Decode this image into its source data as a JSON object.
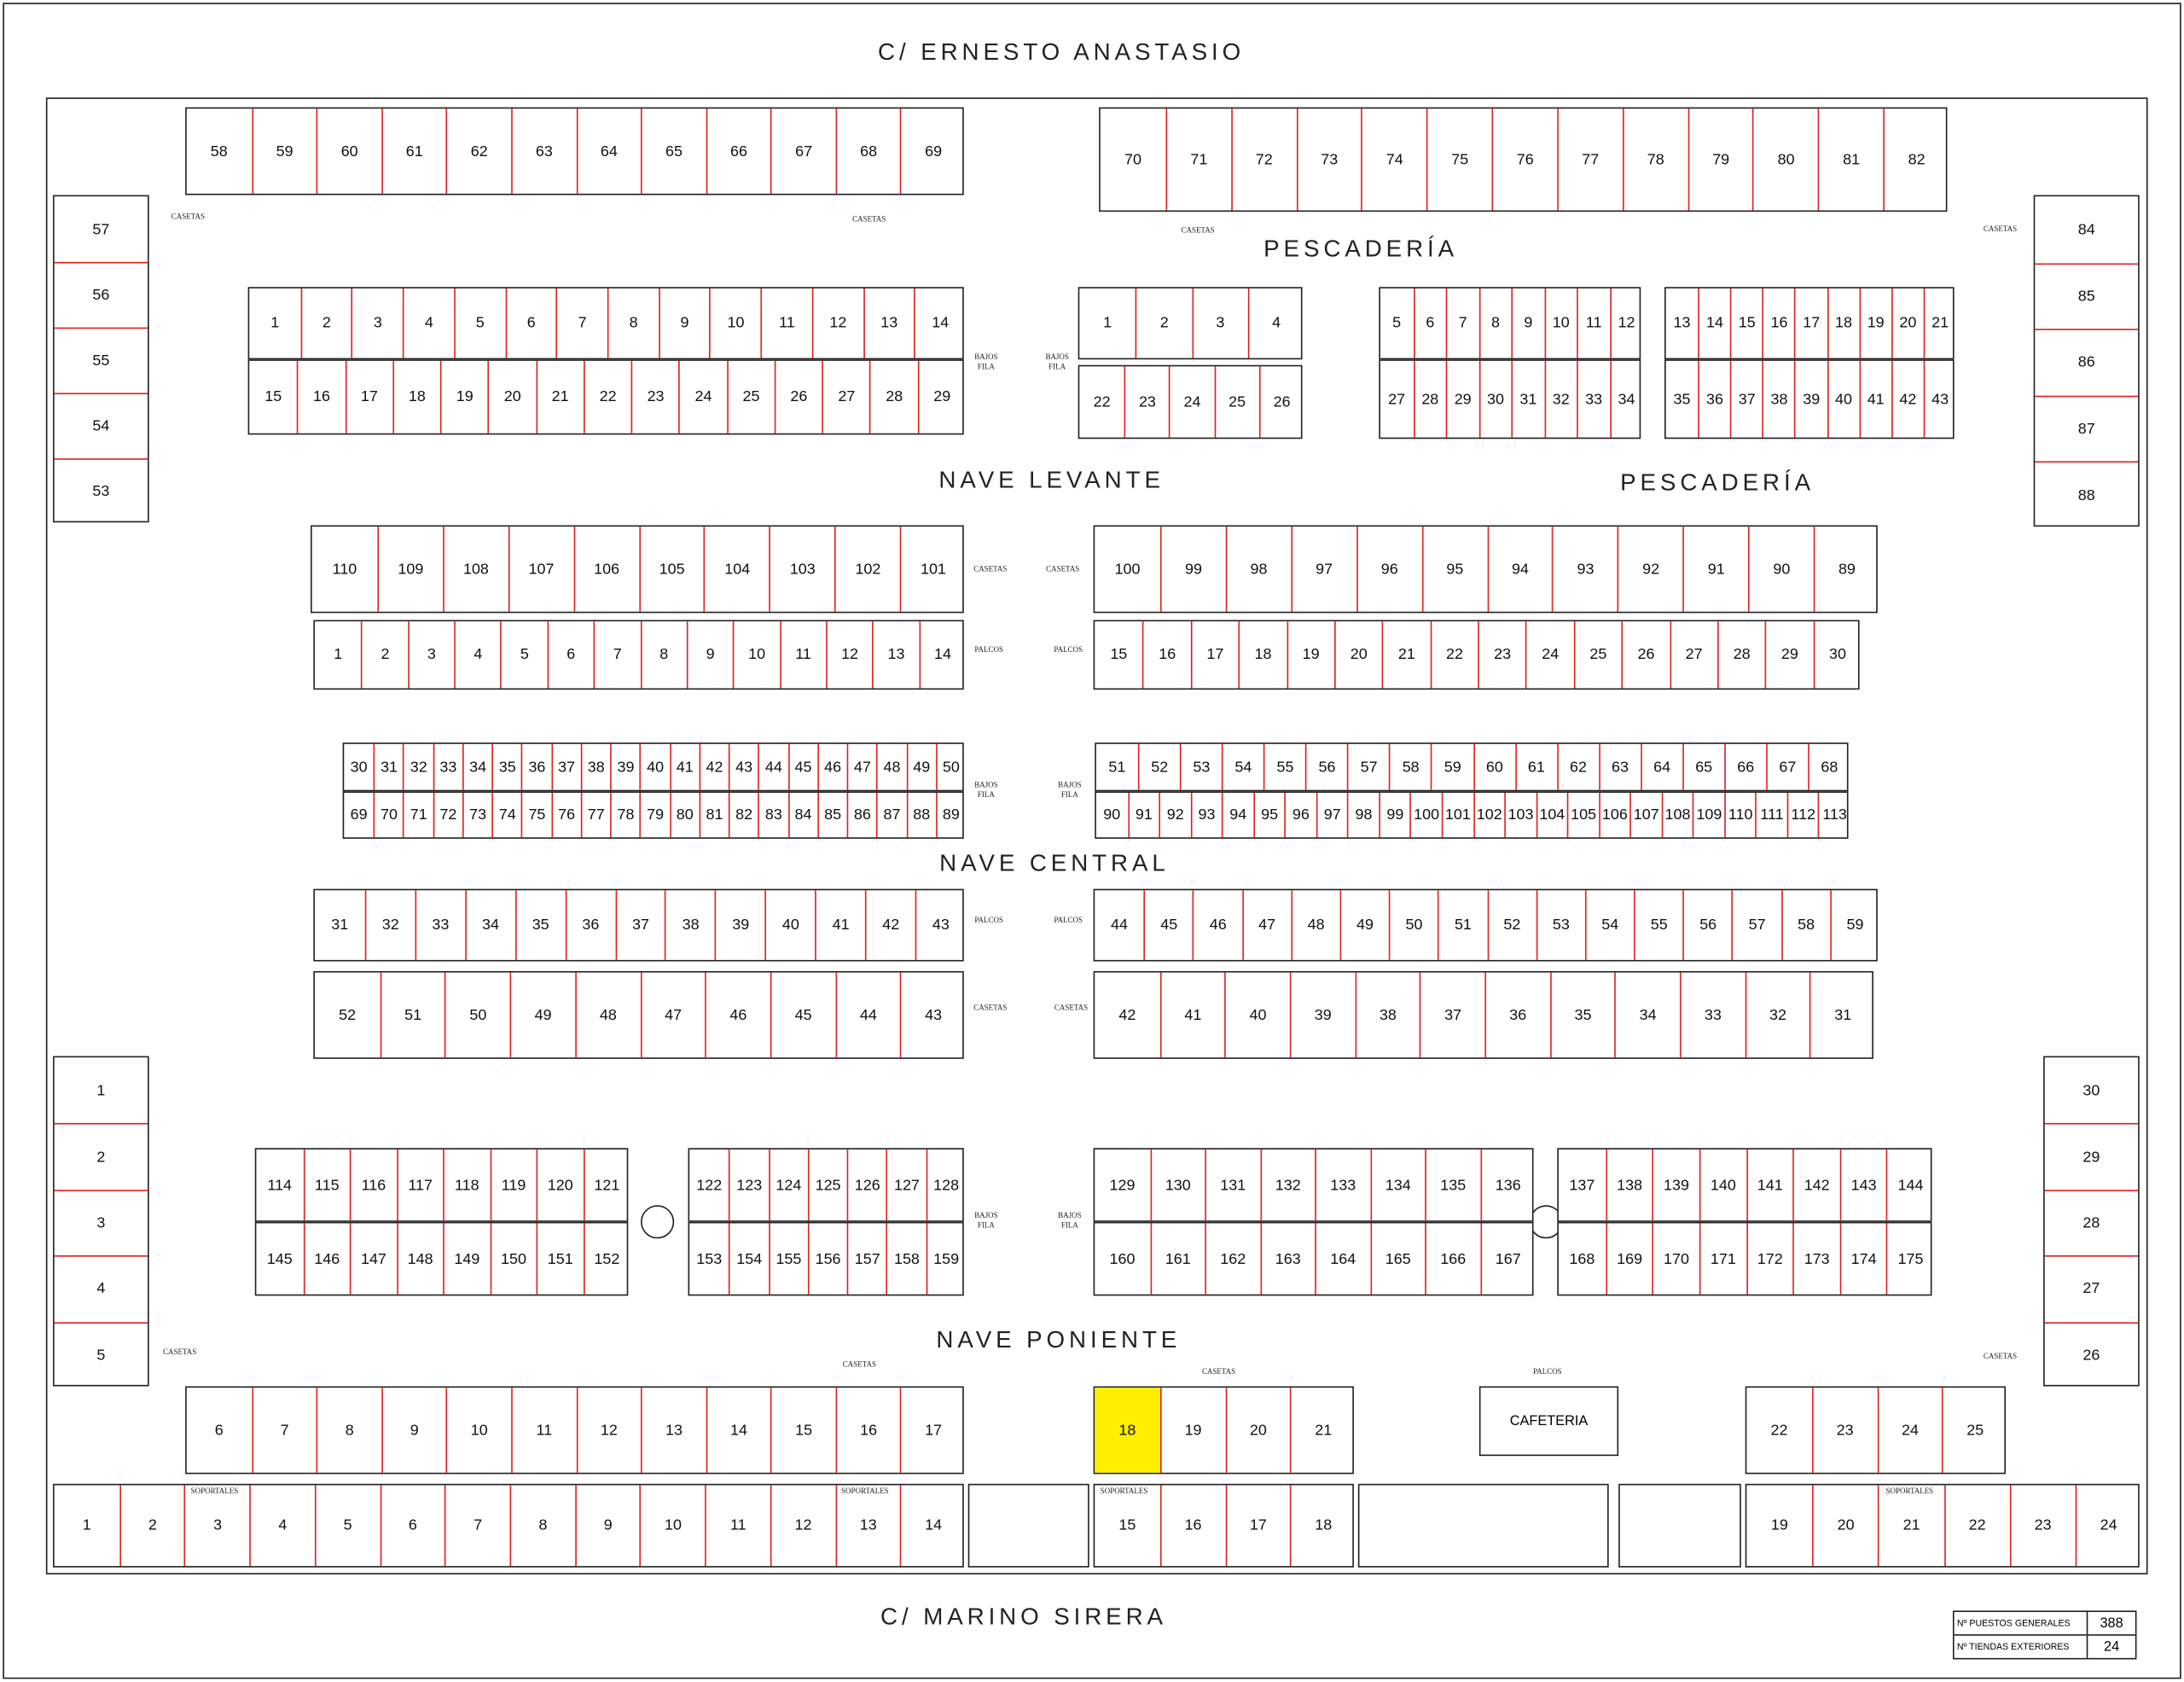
{
  "streets": {
    "north": "C/ ERNESTO ANASTASIO",
    "south": "C/ MARINO SIRERA"
  },
  "zones": {
    "pescaderia_1": "PESCADERÍA",
    "pescaderia_2": "PESCADERÍA",
    "nave_levante": "NAVE LEVANTE",
    "nave_central": "NAVE CENTRAL",
    "nave_poniente": "NAVE PONIENTE"
  },
  "area_labels": {
    "casetas": "CASETAS",
    "bajos_fila": "BAJOS\nFILA",
    "palcos": "PALCOS",
    "soportales": "SOPORTALES",
    "cafeteria": "CAFETERIA"
  },
  "legend": {
    "general_label": "Nº PUESTOS GENERALES",
    "general_value": "388",
    "exterior_label": "Nº TIENDAS EXTERIORES",
    "exterior_value": "24"
  },
  "highlight_color": "#ffee00",
  "highlighted_stall": "18",
  "sections": {
    "top_left": [
      "58",
      "59",
      "60",
      "61",
      "62",
      "63",
      "64",
      "65",
      "66",
      "67",
      "68",
      "69"
    ],
    "top_right": [
      "70",
      "71",
      "72",
      "73",
      "74",
      "75",
      "76",
      "77",
      "78",
      "79",
      "80",
      "81",
      "82"
    ],
    "left_col_top": [
      "57",
      "56",
      "55",
      "54",
      "53"
    ],
    "right_col_top": [
      "84",
      "85",
      "86",
      "87",
      "88"
    ],
    "lev_a_top": [
      "1",
      "2",
      "3",
      "4",
      "5",
      "6",
      "7",
      "8",
      "9",
      "10",
      "11",
      "12",
      "13",
      "14"
    ],
    "lev_a_bot": [
      "15",
      "16",
      "17",
      "18",
      "19",
      "20",
      "21",
      "22",
      "23",
      "24",
      "25",
      "26",
      "27",
      "28",
      "29"
    ],
    "pes_b_top": [
      "1",
      "2",
      "3",
      "4"
    ],
    "pes_b_bot": [
      "22",
      "23",
      "24",
      "25",
      "26"
    ],
    "pes_c_top": [
      "5",
      "6",
      "7",
      "8",
      "9",
      "10",
      "11",
      "12"
    ],
    "pes_c_bot": [
      "27",
      "28",
      "29",
      "30",
      "31",
      "32",
      "33",
      "34"
    ],
    "pes_d_top": [
      "13",
      "14",
      "15",
      "16",
      "17",
      "18",
      "19",
      "20",
      "21"
    ],
    "pes_d_bot": [
      "35",
      "36",
      "37",
      "38",
      "39",
      "40",
      "41",
      "42",
      "43"
    ],
    "cas1_left": [
      "110",
      "109",
      "108",
      "107",
      "106",
      "105",
      "104",
      "103",
      "102",
      "101"
    ],
    "cas1_right": [
      "100",
      "99",
      "98",
      "97",
      "96",
      "95",
      "94",
      "93",
      "92",
      "91",
      "90",
      "89"
    ],
    "pal1_left": [
      "1",
      "2",
      "3",
      "4",
      "5",
      "6",
      "7",
      "8",
      "9",
      "10",
      "11",
      "12",
      "13",
      "14"
    ],
    "pal1_right": [
      "15",
      "16",
      "17",
      "18",
      "19",
      "20",
      "21",
      "22",
      "23",
      "24",
      "25",
      "26",
      "27",
      "28",
      "29",
      "30"
    ],
    "baj_left_top": [
      "30",
      "31",
      "32",
      "33",
      "34",
      "35",
      "36",
      "37",
      "38",
      "39",
      "40",
      "41",
      "42",
      "43",
      "44",
      "45",
      "46",
      "47",
      "48",
      "49",
      "50"
    ],
    "baj_left_bot": [
      "69",
      "70",
      "71",
      "72",
      "73",
      "74",
      "75",
      "76",
      "77",
      "78",
      "79",
      "80",
      "81",
      "82",
      "83",
      "84",
      "85",
      "86",
      "87",
      "88",
      "89"
    ],
    "baj_right_top": [
      "51",
      "52",
      "53",
      "54",
      "55",
      "56",
      "57",
      "58",
      "59",
      "60",
      "61",
      "62",
      "63",
      "64",
      "65",
      "66",
      "67",
      "68"
    ],
    "baj_right_bot": [
      "90",
      "91",
      "92",
      "93",
      "94",
      "95",
      "96",
      "97",
      "98",
      "99",
      "100",
      "101",
      "102",
      "103",
      "104",
      "105",
      "106",
      "107",
      "108",
      "109",
      "110",
      "111",
      "112",
      "113"
    ],
    "pal2_left": [
      "31",
      "32",
      "33",
      "34",
      "35",
      "36",
      "37",
      "38",
      "39",
      "40",
      "41",
      "42",
      "43"
    ],
    "pal2_right": [
      "44",
      "45",
      "46",
      "47",
      "48",
      "49",
      "50",
      "51",
      "52",
      "53",
      "54",
      "55",
      "56",
      "57",
      "58",
      "59"
    ],
    "cas2_left": [
      "52",
      "51",
      "50",
      "49",
      "48",
      "47",
      "46",
      "45",
      "44",
      "43"
    ],
    "cas2_right": [
      "42",
      "41",
      "40",
      "39",
      "38",
      "37",
      "36",
      "35",
      "34",
      "33",
      "32",
      "31"
    ],
    "pon1_top": [
      "114",
      "115",
      "116",
      "117",
      "118",
      "119",
      "120",
      "121"
    ],
    "pon1_bot": [
      "145",
      "146",
      "147",
      "148",
      "149",
      "150",
      "151",
      "152"
    ],
    "pon2_top": [
      "122",
      "123",
      "124",
      "125",
      "126",
      "127",
      "128"
    ],
    "pon2_bot": [
      "153",
      "154",
      "155",
      "156",
      "157",
      "158",
      "159"
    ],
    "pon3_top": [
      "129",
      "130",
      "131",
      "132",
      "133",
      "134",
      "135",
      "136"
    ],
    "pon3_bot": [
      "160",
      "161",
      "162",
      "163",
      "164",
      "165",
      "166",
      "167"
    ],
    "pon4_top": [
      "137",
      "138",
      "139",
      "140",
      "141",
      "142",
      "143",
      "144"
    ],
    "pon4_bot": [
      "168",
      "169",
      "170",
      "171",
      "172",
      "173",
      "174",
      "175"
    ],
    "left_col_bot": [
      "1",
      "2",
      "3",
      "4",
      "5"
    ],
    "right_col_bot": [
      "30",
      "29",
      "28",
      "27",
      "26"
    ],
    "ext_left": [
      "6",
      "7",
      "8",
      "9",
      "10",
      "11",
      "12",
      "13",
      "14",
      "15",
      "16",
      "17"
    ],
    "ext_mid": [
      "18",
      "19",
      "20",
      "21"
    ],
    "ext_right": [
      "22",
      "23",
      "24",
      "25"
    ],
    "sop_left": [
      "1",
      "2",
      "3",
      "4",
      "5",
      "6",
      "7",
      "8",
      "9",
      "10",
      "11",
      "12",
      "13",
      "14"
    ],
    "sop_mid": [
      "15",
      "16",
      "17",
      "18"
    ],
    "sop_right": [
      "19",
      "20",
      "21",
      "22",
      "23",
      "24"
    ]
  }
}
